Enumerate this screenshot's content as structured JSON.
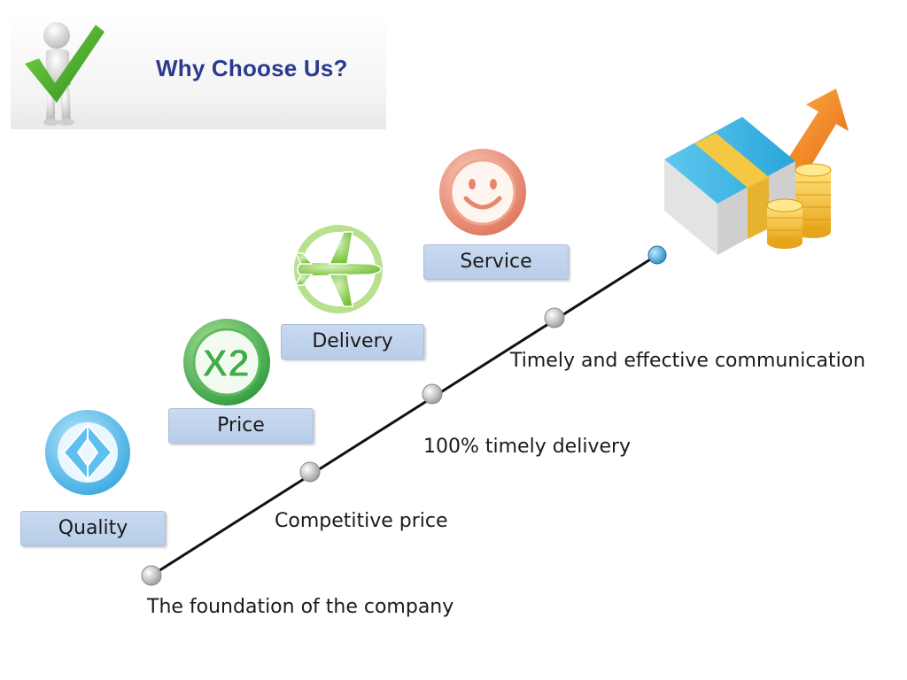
{
  "header": {
    "title": "Why Choose Us?"
  },
  "steps": [
    {
      "label": "Quality",
      "icon": "quality-arrows-icon"
    },
    {
      "label": "Price",
      "icon": "x2-badge-icon"
    },
    {
      "label": "Delivery",
      "icon": "airplane-icon"
    },
    {
      "label": "Service",
      "icon": "smiley-icon"
    }
  ],
  "milestones": [
    "The foundation of the company",
    "Competitive price",
    "100% timely delivery",
    "Timely and effective communication"
  ],
  "badge_text": "X2",
  "colors": {
    "title": "#2b3a8f",
    "label_fill": "#c1d5ee",
    "quality_icon": "#4db7e8",
    "price_icon": "#3fae49",
    "delivery_icon": "#8ccf45",
    "service_icon": "#e8866a",
    "endpoint_dot": "#2a8fc9"
  }
}
